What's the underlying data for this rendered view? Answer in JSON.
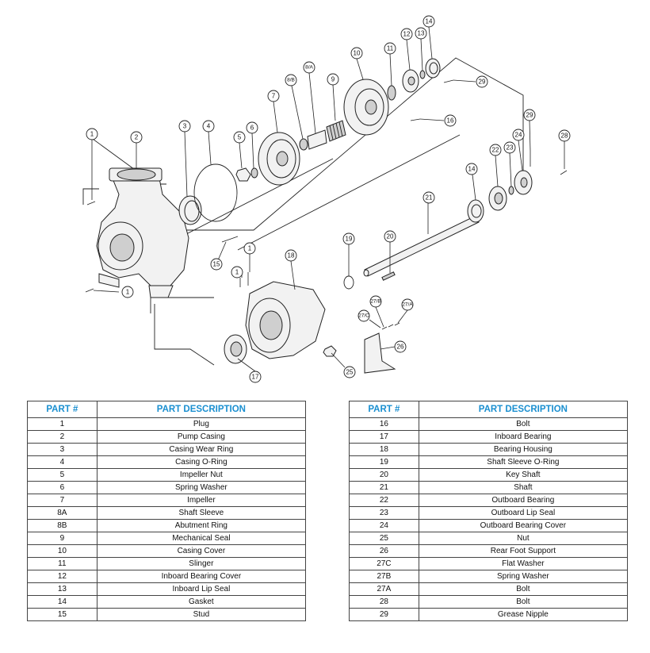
{
  "diagram": {
    "callouts": [
      "1",
      "2",
      "3",
      "4",
      "5",
      "6",
      "7",
      "8/B",
      "8/A",
      "9",
      "10",
      "11",
      "12",
      "13",
      "14",
      "29",
      "16",
      "1",
      "1",
      "1",
      "14",
      "21",
      "22",
      "23",
      "24",
      "29",
      "28",
      "19",
      "20",
      "18",
      "27/B",
      "27/A",
      "27/C",
      "26",
      "25",
      "17",
      "15"
    ]
  },
  "table_left": {
    "header_part": "PART #",
    "header_desc": "PART DESCRIPTION",
    "rows": [
      {
        "part": "1",
        "desc": "Plug"
      },
      {
        "part": "2",
        "desc": "Pump Casing"
      },
      {
        "part": "3",
        "desc": "Casing Wear Ring"
      },
      {
        "part": "4",
        "desc": "Casing O-Ring"
      },
      {
        "part": "5",
        "desc": "Impeller Nut"
      },
      {
        "part": "6",
        "desc": "Spring Washer"
      },
      {
        "part": "7",
        "desc": "Impeller"
      },
      {
        "part": "8A",
        "desc": "Shaft Sleeve"
      },
      {
        "part": "8B",
        "desc": "Abutment Ring"
      },
      {
        "part": "9",
        "desc": "Mechanical Seal"
      },
      {
        "part": "10",
        "desc": "Casing Cover"
      },
      {
        "part": "11",
        "desc": "Slinger"
      },
      {
        "part": "12",
        "desc": "Inboard Bearing Cover"
      },
      {
        "part": "13",
        "desc": "Inboard Lip Seal"
      },
      {
        "part": "14",
        "desc": "Gasket"
      },
      {
        "part": "15",
        "desc": "Stud"
      }
    ]
  },
  "table_right": {
    "header_part": "PART #",
    "header_desc": "PART DESCRIPTION",
    "rows": [
      {
        "part": "16",
        "desc": "Bolt"
      },
      {
        "part": "17",
        "desc": "Inboard Bearing"
      },
      {
        "part": "18",
        "desc": "Bearing Housing"
      },
      {
        "part": "19",
        "desc": "Shaft Sleeve O-Ring"
      },
      {
        "part": "20",
        "desc": "Key Shaft"
      },
      {
        "part": "21",
        "desc": "Shaft"
      },
      {
        "part": "22",
        "desc": "Outboard Bearing"
      },
      {
        "part": "23",
        "desc": "Outboard Lip Seal"
      },
      {
        "part": "24",
        "desc": "Outboard Bearing Cover"
      },
      {
        "part": "25",
        "desc": "Nut"
      },
      {
        "part": "26",
        "desc": "Rear Foot Support"
      },
      {
        "part": "27C",
        "desc": "Flat Washer"
      },
      {
        "part": "27B",
        "desc": "Spring Washer"
      },
      {
        "part": "27A",
        "desc": "Bolt"
      },
      {
        "part": "28",
        "desc": "Bolt"
      },
      {
        "part": "29",
        "desc": "Grease Nipple"
      }
    ]
  }
}
